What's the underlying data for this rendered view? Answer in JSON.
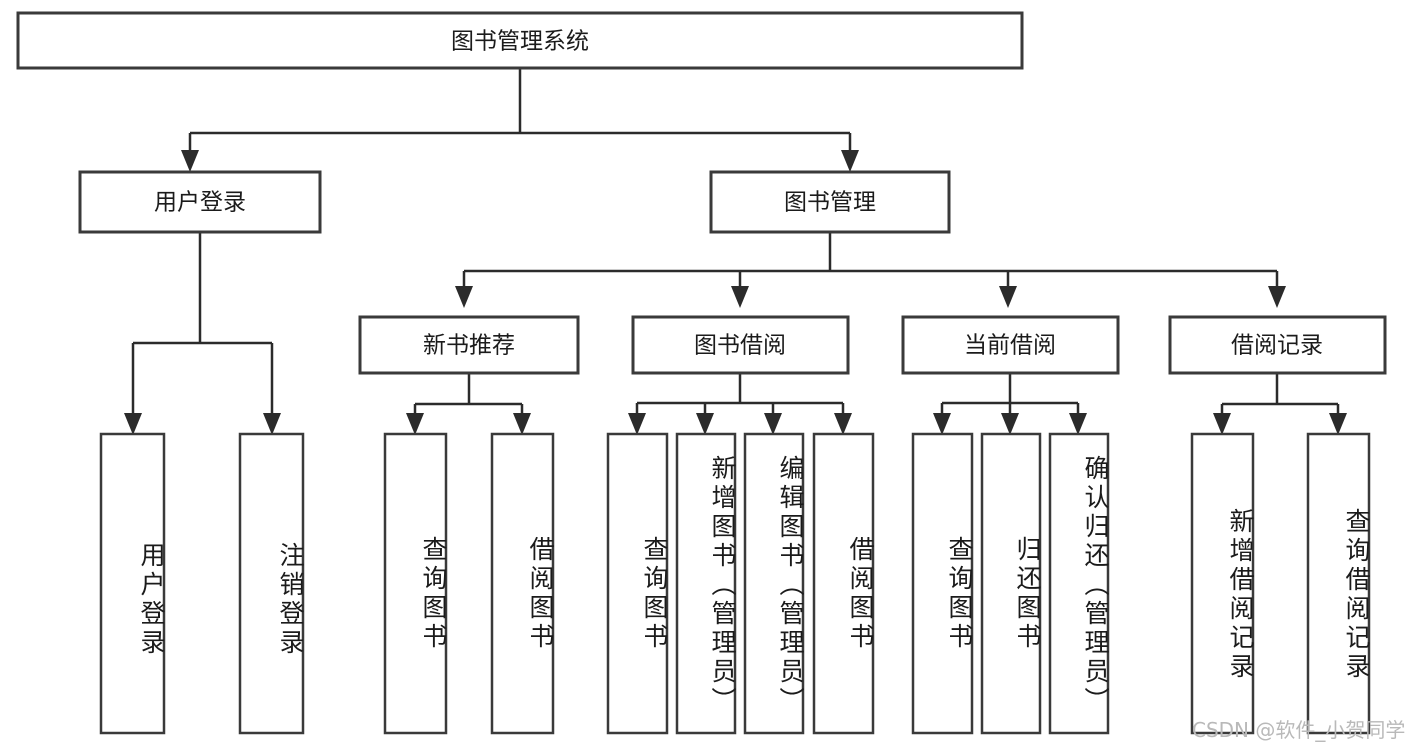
{
  "diagram": {
    "title": "图书管理系统",
    "type": "hierarchy-tree",
    "orientation": "top-down",
    "colors": {
      "box_border": "#3a3a3a",
      "connector": "#2b2b2b",
      "background": "#ffffff",
      "text": "#1b1b1b",
      "watermark": "#b9b9b9"
    },
    "root": {
      "label": "图书管理系统"
    },
    "level2": [
      {
        "label": "用户登录"
      },
      {
        "label": "图书管理"
      }
    ],
    "level3": [
      {
        "label": "新书推荐"
      },
      {
        "label": "图书借阅"
      },
      {
        "label": "当前借阅"
      },
      {
        "label": "借阅记录"
      }
    ],
    "leaves": {
      "user_login": [
        {
          "label": "用户登录"
        },
        {
          "label": "注销登录"
        }
      ],
      "new_book_recommend": [
        {
          "label": "查询图书"
        },
        {
          "label": "借阅图书"
        }
      ],
      "book_borrow": [
        {
          "label": "查询图书"
        },
        {
          "label": "新增图书（管理员）"
        },
        {
          "label": "编辑图书（管理员）"
        },
        {
          "label": "借阅图书"
        }
      ],
      "current_borrow": [
        {
          "label": "查询图书"
        },
        {
          "label": "归还图书"
        },
        {
          "label": "确认归还（管理员）"
        }
      ],
      "borrow_records": [
        {
          "label": "新增借阅记录"
        },
        {
          "label": "查询借阅记录"
        }
      ]
    },
    "watermark": "CSDN @软件_小贺同学"
  }
}
